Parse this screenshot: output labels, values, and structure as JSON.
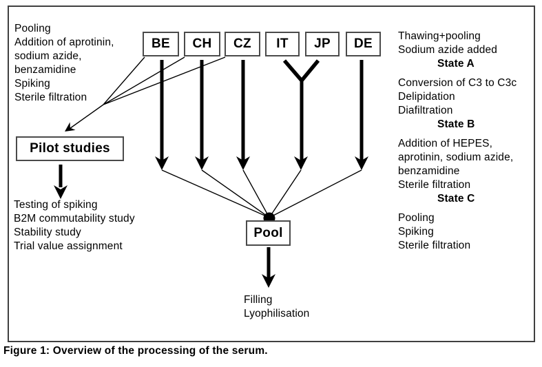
{
  "diagram": {
    "source_boxes": [
      "BE",
      "CH",
      "CZ",
      "IT",
      "JP",
      "DE"
    ],
    "pilot_box": "Pilot studies",
    "pool_box": "Pool",
    "left_notes": [
      "Pooling",
      "Addition of aprotinin,",
      "sodium azide,",
      "benzamidine",
      "Spiking",
      "Sterile filtration"
    ],
    "pilot_notes": [
      "Testing of spiking",
      "B2M commutability study",
      "Stability study",
      "Trial value assignment"
    ],
    "right_notes": [
      {
        "lines": [
          "Thawing+pooling",
          "Sodium azide added"
        ],
        "state": "State A"
      },
      {
        "lines": [
          "Conversion of C3 to C3c",
          "Delipidation",
          "Diafiltration"
        ],
        "state": "State B"
      },
      {
        "lines": [
          "Addition of HEPES,",
          "aprotinin, sodium azide,",
          "benzamidine",
          "Sterile filtration"
        ],
        "state": "State C"
      },
      {
        "lines": [
          "Pooling",
          "Spiking",
          "Sterile filtration"
        ]
      }
    ],
    "output_notes": [
      "Filling",
      "Lyophilisation"
    ],
    "caption": "Figure 1: Overview of the processing of the serum."
  },
  "colors": {
    "ink": "#000000",
    "box_border": "#4a4a4a",
    "outer_border": "#3f3f3f",
    "background": "#ffffff"
  }
}
